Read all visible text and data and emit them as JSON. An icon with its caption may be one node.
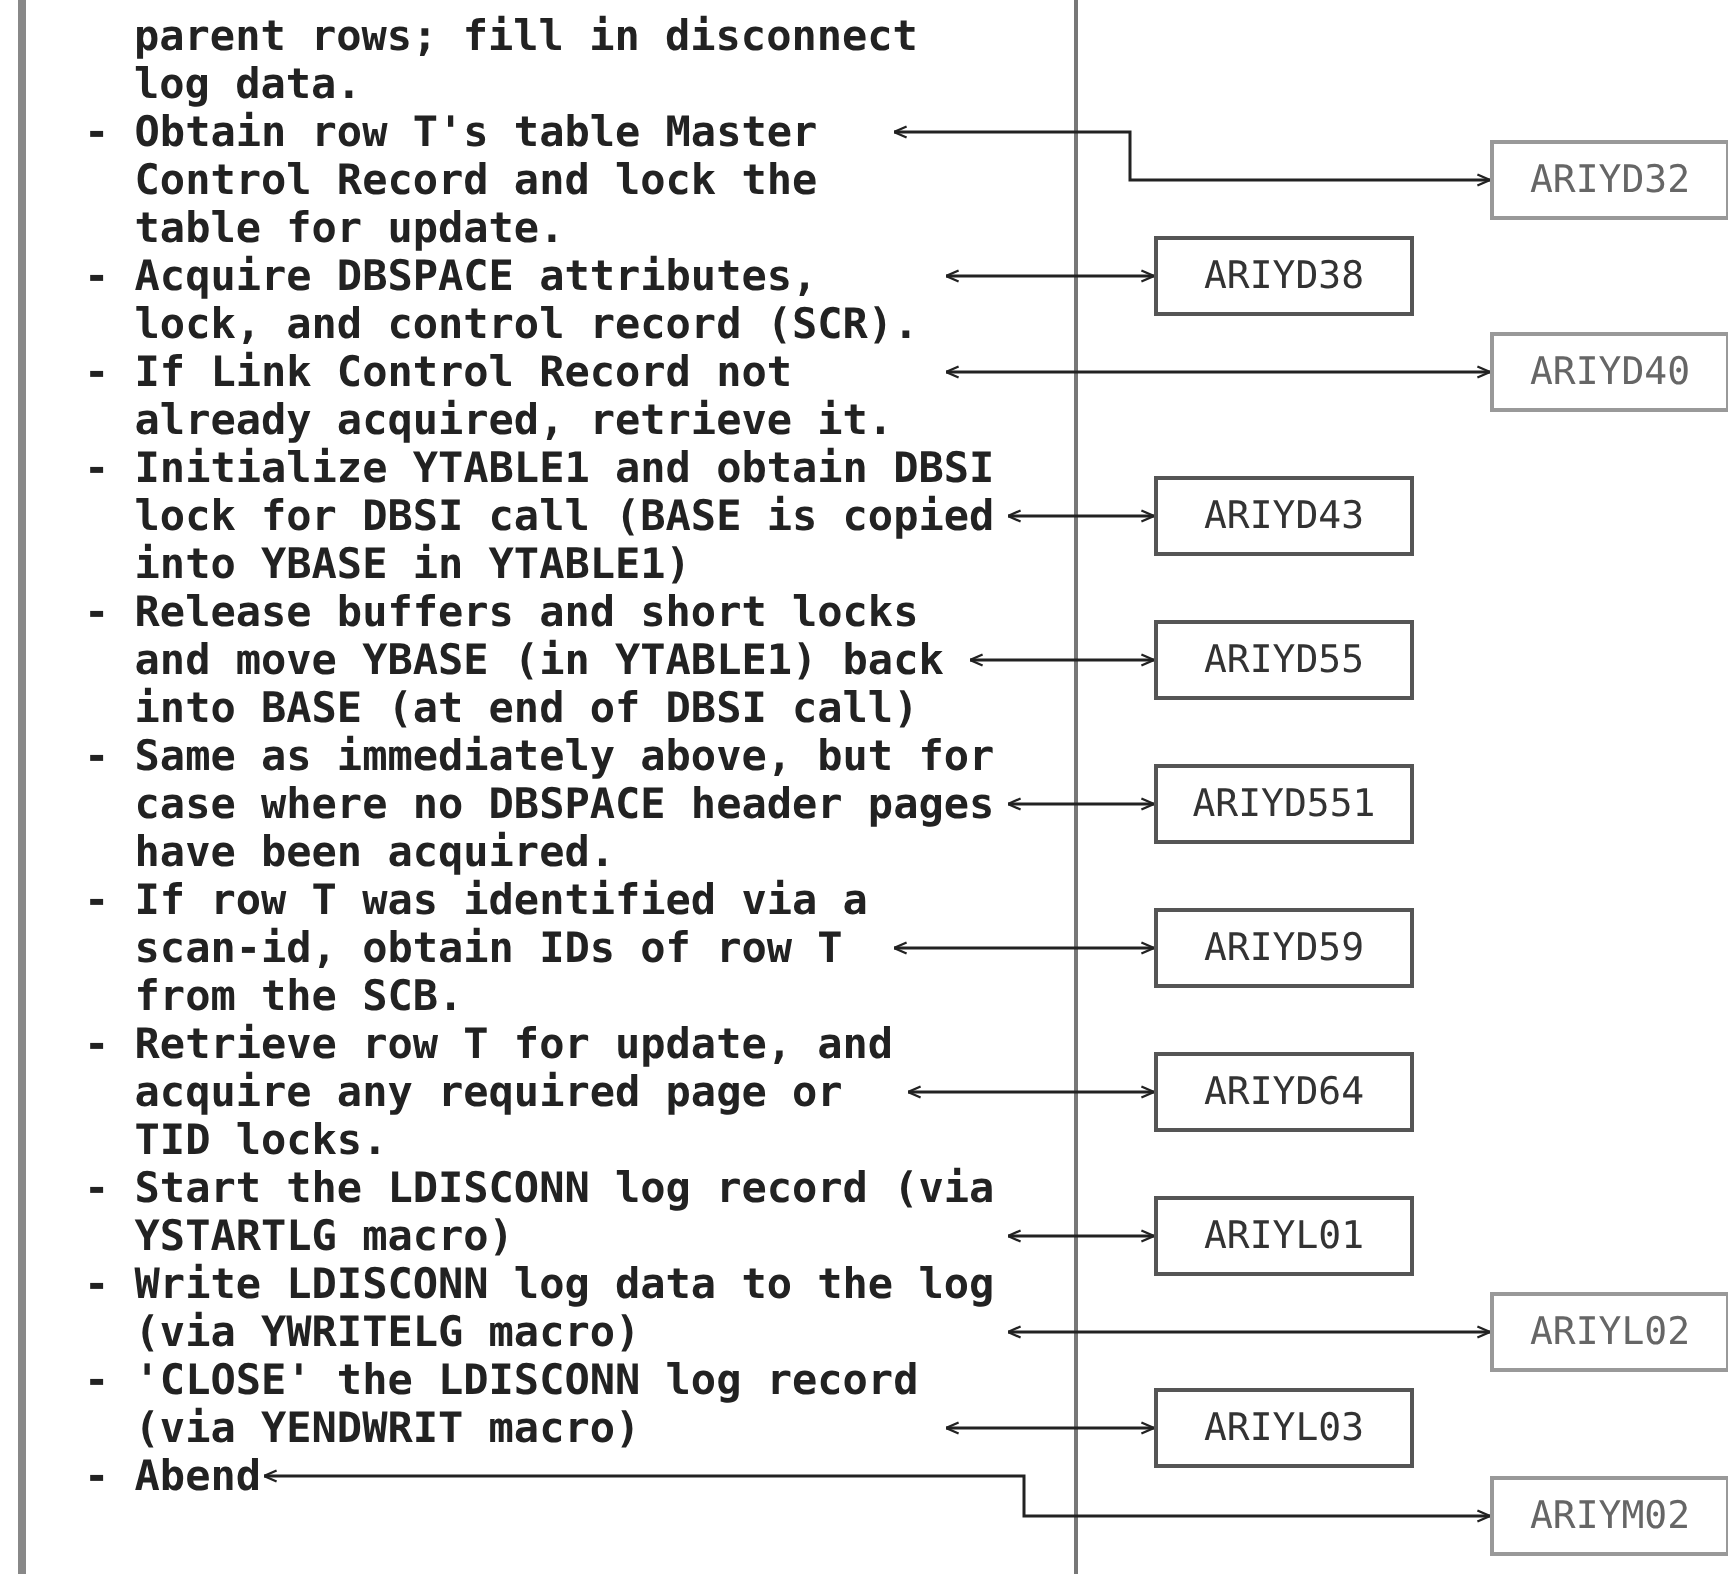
{
  "diagram": {
    "nodes": [
      {
        "text": [
          "- Obtain row T's table Master Control Record and lock the table for update."
        ]
      },
      {
        "text": [
          "ARIYD32"
        ]
      },
      {
        "text": [
          "- Acquire DBSPACE attributes, lock, and control record (SCR)."
        ]
      },
      {
        "text": [
          "ARIYD38"
        ]
      },
      {
        "text": [
          "- If Link Control Record not already acquired, retrieve it."
        ]
      },
      {
        "text": [
          "ARIYD40"
        ]
      },
      {
        "text": [
          "- Initialize YTABLE1 and obtain DBSI lock for DBSI call (BASE is copied into YBASE in YTABLE1)"
        ]
      },
      {
        "text": [
          "ARIYD43"
        ]
      },
      {
        "text": [
          "- Release buffers and short locks and move YBASE (in YTABLE1) back into BASE (at end of DBSI call)"
        ]
      },
      {
        "text": [
          "ARIYD55"
        ]
      },
      {
        "text": [
          "- Same as immediately above, but for case where no DBSPACE header pages have been acquired."
        ]
      },
      {
        "text": [
          "ARIYD551"
        ]
      },
      {
        "text": [
          "- If row T was identified via a scan-id, obtain IDs of row T from the SCB."
        ]
      },
      {
        "text": [
          "ARIYD59"
        ]
      },
      {
        "text": [
          "- Retrieve row T for update, and acquire any required page or TID locks."
        ]
      },
      {
        "text": [
          "ARIYD64"
        ]
      },
      {
        "text": [
          "- Start the LDISCONN log record (via YSTARTLG macro)"
        ]
      },
      {
        "text": [
          "ARIYL01"
        ]
      },
      {
        "text": [
          "- Write LDISCONN log data to the log (via YWRITELG macro)"
        ]
      },
      {
        "text": [
          "ARIYL02"
        ]
      },
      {
        "text": [
          "- 'CLOSE' the LDISCONN log record (via YENDWRIT macro)"
        ]
      },
      {
        "text": [
          "ARIYL03"
        ]
      },
      {
        "text": [
          "- Abend"
        ]
      },
      {
        "text": [
          "ARIYM02"
        ]
      }
    ],
    "edges": [
      {
        "from": 0,
        "to": 1,
        "arrow": "both"
      },
      {
        "from": 2,
        "to": 3,
        "arrow": "both"
      },
      {
        "from": 4,
        "to": 5,
        "arrow": "both"
      },
      {
        "from": 6,
        "to": 7,
        "arrow": "both"
      },
      {
        "from": 8,
        "to": 9,
        "arrow": "both"
      },
      {
        "from": 10,
        "to": 11,
        "arrow": "both"
      },
      {
        "from": 12,
        "to": 13,
        "arrow": "both"
      },
      {
        "from": 14,
        "to": 15,
        "arrow": "both"
      },
      {
        "from": 16,
        "to": 17,
        "arrow": "both"
      },
      {
        "from": 18,
        "to": 19,
        "arrow": "both"
      },
      {
        "from": 20,
        "to": 21,
        "arrow": "both"
      },
      {
        "from": 22,
        "to": 23,
        "arrow": "both"
      }
    ],
    "labels": [
      "parent rows; fill in disconnect log data."
    ]
  }
}
